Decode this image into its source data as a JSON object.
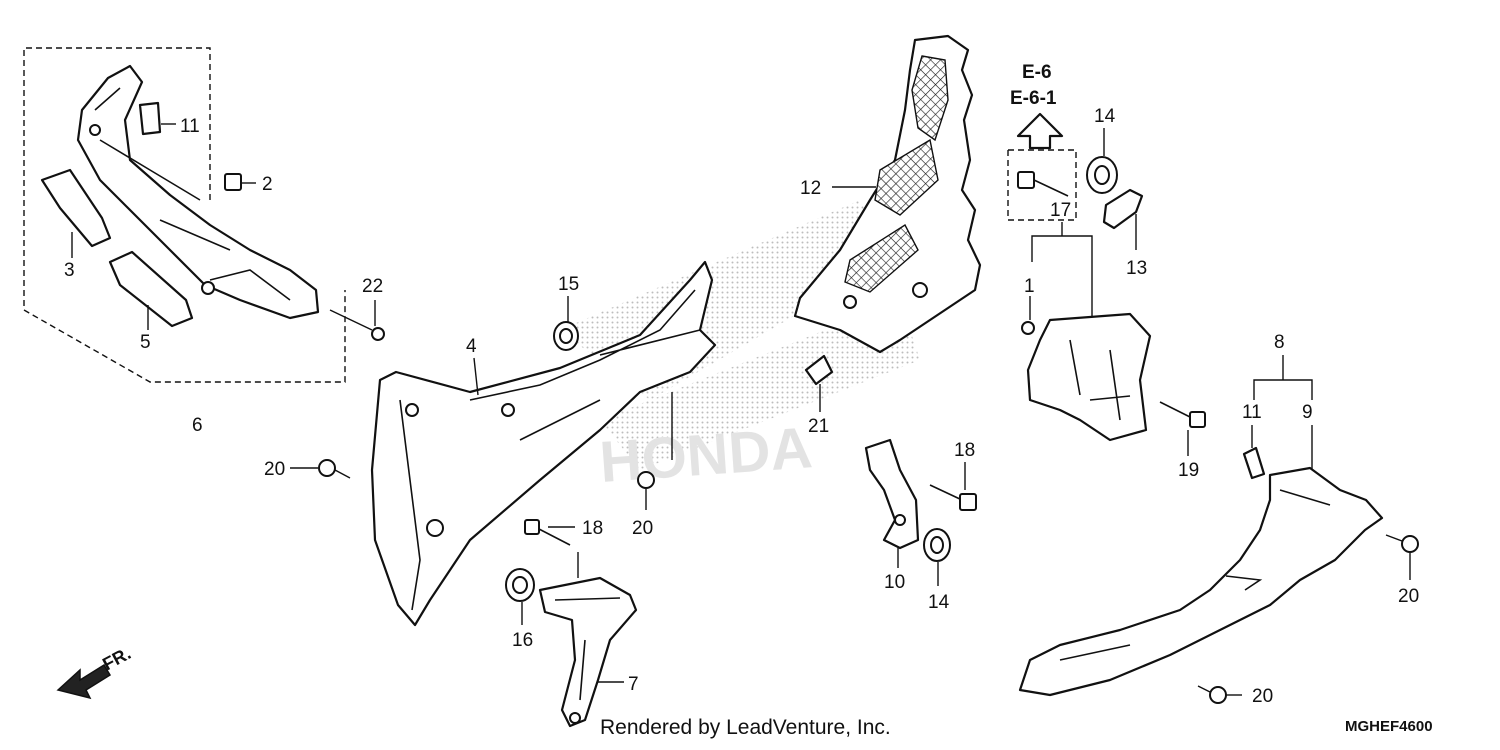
{
  "callouts": [
    "2",
    "3",
    "5",
    "6",
    "11",
    "22",
    "4",
    "15",
    "20",
    "20",
    "18",
    "16",
    "7",
    "12",
    "21",
    "10",
    "14",
    "18",
    "14",
    "13",
    "17",
    "1",
    "19",
    "8",
    "11",
    "9",
    "20",
    "20"
  ],
  "references": {
    "e6": "E-6",
    "e61": "E-6-1"
  },
  "direction_label": "FR.",
  "footer": {
    "credit": "Rendered by LeadVenture, Inc.",
    "code": "MGHEF4600"
  },
  "watermark_text": "HONDA"
}
